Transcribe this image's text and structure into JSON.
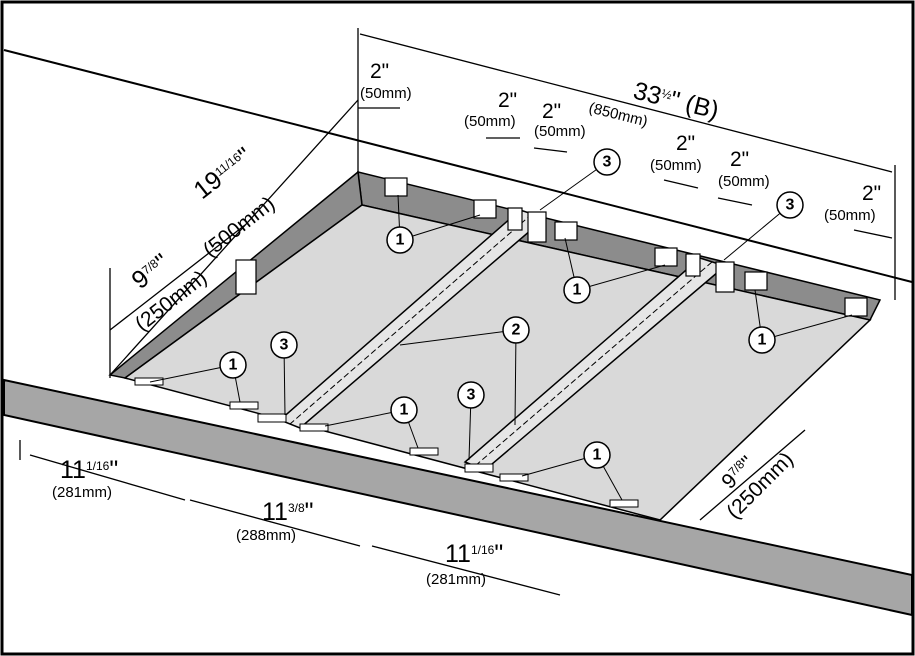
{
  "labels": {
    "total_width": {
      "value": "33",
      "frac": "½",
      "unit": "\" (B)",
      "metric": "(850mm)"
    },
    "depth": {
      "value": "19",
      "frac": "11/16",
      "unit": "\"",
      "metric": "(500mm)"
    },
    "left_depth": {
      "value": "9",
      "frac": "7/8",
      "unit": "\"",
      "metric": "(250mm)"
    },
    "right_depth": {
      "value": "9",
      "frac": "7/8",
      "unit": "\"",
      "metric": "(250mm)"
    },
    "bottom_1": {
      "value": "11",
      "frac": "1/16",
      "unit": "\"",
      "metric": "(281mm)"
    },
    "bottom_2": {
      "value": "11",
      "frac": "3/8",
      "unit": "\"",
      "metric": "(288mm)"
    },
    "bottom_3": {
      "value": "11",
      "frac": "1/16",
      "unit": "\"",
      "metric": "(281mm)"
    },
    "gap_a": {
      "value": "2\"",
      "metric": "(50mm)"
    },
    "gap_b": {
      "value": "2\"",
      "metric": "(50mm)"
    },
    "gap_c": {
      "value": "2\"",
      "metric": "(50mm)"
    },
    "gap_d": {
      "value": "2\"",
      "metric": "(50mm)"
    },
    "gap_e": {
      "value": "2\"",
      "metric": "(50mm)"
    },
    "gap_f": {
      "value": "2\"",
      "metric": "(50mm)"
    }
  },
  "callouts": [
    "1",
    "2",
    "3"
  ],
  "colors": {
    "panel": "#d9d9d9",
    "wall": "#8c8c8c",
    "ledge": "#a6a6a6",
    "line": "#000000"
  }
}
